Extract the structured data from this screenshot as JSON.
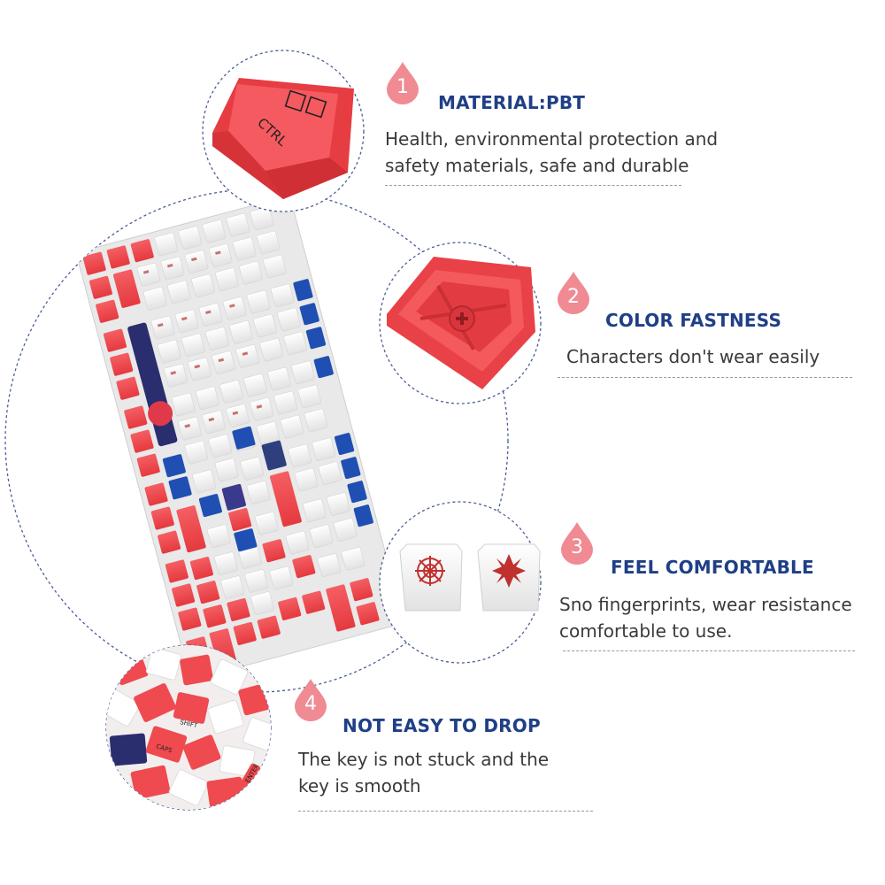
{
  "features": [
    {
      "number": "1",
      "title": "MATERIAL:PBT",
      "desc_lines": [
        "Health, environmental protection and",
        "safety materials, safe and durable"
      ]
    },
    {
      "number": "2",
      "title": "COLOR FASTNESS",
      "desc_lines": [
        "Characters don't wear easily"
      ]
    },
    {
      "number": "3",
      "title": "FEEL COMFORTABLE",
      "desc_lines": [
        "Sno fingerprints, wear resistance",
        "comfortable to use."
      ]
    },
    {
      "number": "4",
      "title": "NOT EASY TO DROP",
      "desc_lines": [
        "The key is not stuck and the",
        "key is smooth"
      ]
    }
  ],
  "keycap_legends": {
    "ctrl": "CTRL",
    "caps": "CAPS",
    "shift": "SHIFT",
    "enter": "ENTER"
  },
  "colors": {
    "accent_red": "#ef4a4f",
    "badge_pink": "#f08a93",
    "title_blue": "#1f3f86",
    "key_blue": "#1f4fb3",
    "key_white": "#f2f2f2",
    "circle_dash": "#4a5d98"
  }
}
